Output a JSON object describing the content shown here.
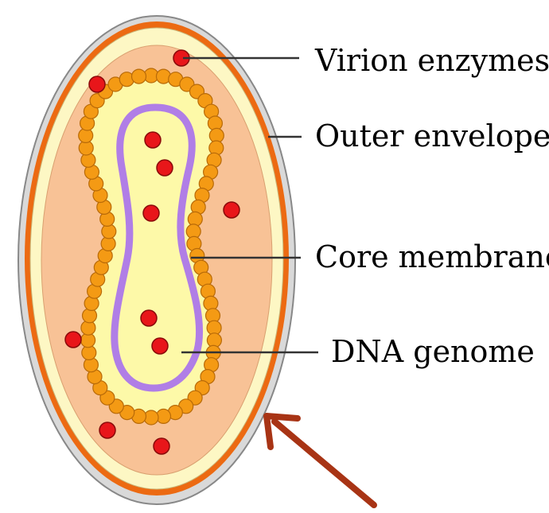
{
  "labels": {
    "virion_enzymes": "Virion enzymes",
    "outer_envelope": "Outer envelope",
    "core_membrane": "Core membrane",
    "dna_genome": "DNA genome"
  },
  "colors": {
    "outer_rim": "#b0b0b0",
    "envelope_orange": "#ec6a12",
    "cream_layer": "#fdf7c4",
    "body_peach": "#f8c296",
    "bead": "#f49a14",
    "core_fill": "#fdf9a8",
    "core_membrane": "#b07ee6",
    "enzyme_dot": "#e8161a",
    "arrow": "#a83415",
    "leader_line": "#333333"
  }
}
